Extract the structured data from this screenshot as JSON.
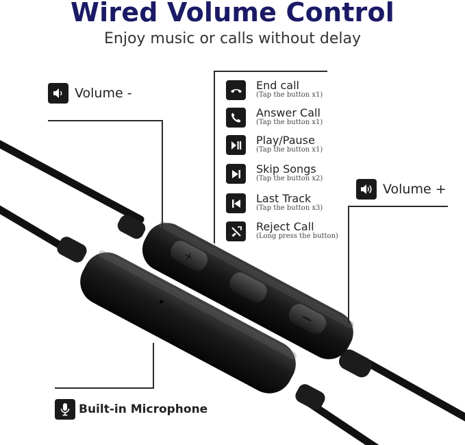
{
  "header": {
    "title": "Wired Volume Control",
    "subtitle": "Enjoy music or calls without delay"
  },
  "colors": {
    "title": "#1a1a66",
    "icon_bg": "#1a1a1a",
    "icon_fg": "#ffffff"
  },
  "callouts": {
    "volume_down": {
      "label": "Volume -",
      "icon": "speaker-low-icon"
    },
    "volume_up": {
      "label": "Volume +",
      "icon": "speaker-high-icon"
    },
    "microphone": {
      "label": "Built-in Microphone",
      "icon": "microphone-icon"
    }
  },
  "functions": [
    {
      "label": "End call",
      "hint": "(Tap the button x1)",
      "icon": "end-call-icon"
    },
    {
      "label": "Answer Call",
      "hint": "(Tap the button x1)",
      "icon": "answer-call-icon"
    },
    {
      "label": "Play/Pause",
      "hint": "(Tap the button x1)",
      "icon": "play-pause-icon"
    },
    {
      "label": "Skip Songs",
      "hint": "(Tap the button x2)",
      "icon": "skip-forward-icon"
    },
    {
      "label": "Last Track",
      "hint": "(Tap the button x3)",
      "icon": "skip-back-icon"
    },
    {
      "label": "Reject Call",
      "hint": "(Long press the button)",
      "icon": "reject-call-icon"
    }
  ]
}
